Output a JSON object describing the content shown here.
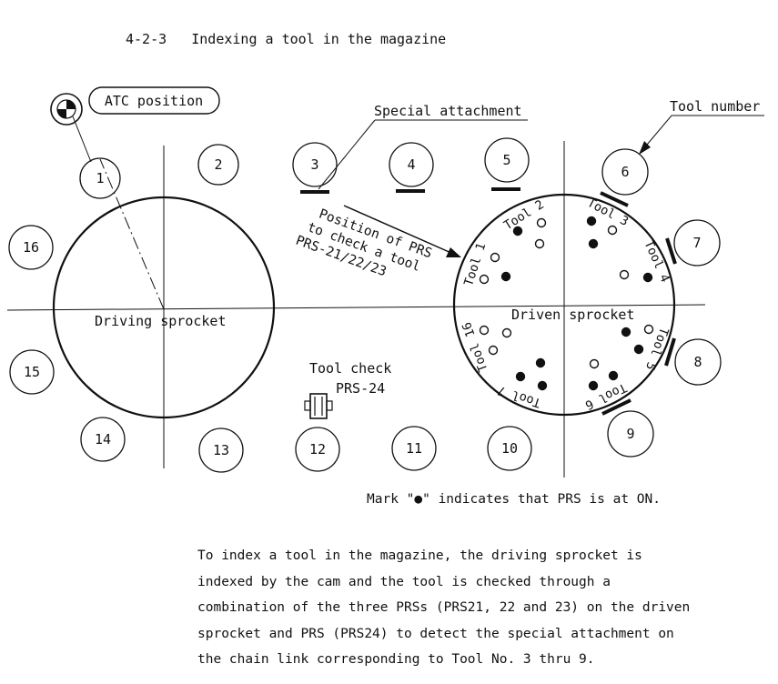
{
  "section": {
    "number": "4-2-3",
    "title": "Indexing a tool in the magazine"
  },
  "labels": {
    "atc_position": "ATC position",
    "special_attachment": "Special attachment",
    "tool_number": "Tool number",
    "prs_position": [
      "Position of PRS",
      "to check a tool",
      "PRS-21/22/23"
    ],
    "driving_sprocket": "Driving sprocket",
    "driven_sprocket": "Driven sprocket",
    "tool_check": "Tool check",
    "prs24": "PRS-24"
  },
  "tool_numbers": [
    "1",
    "2",
    "3",
    "4",
    "5",
    "6",
    "7",
    "8",
    "9",
    "10",
    "11",
    "12",
    "13",
    "14",
    "15",
    "16"
  ],
  "sprocket_tools": [
    "Tool 1",
    "Tool 2",
    "Tool 3",
    "Tool 4",
    "Tool 5",
    "Tool 6",
    "Tool 7",
    "Tool 16"
  ],
  "mark_note": "Mark \"●\" indicates that PRS is at ON.",
  "description": [
    "To index a tool in the magazine, the driving sprocket is",
    "indexed by the cam and the tool is checked through a",
    "combination of the three PRSs (PRS21, 22 and 23) on the driven",
    "sprocket and PRS (PRS24) to detect the special attachment on",
    "the chain link corresponding to Tool No. 3 thru 9."
  ]
}
